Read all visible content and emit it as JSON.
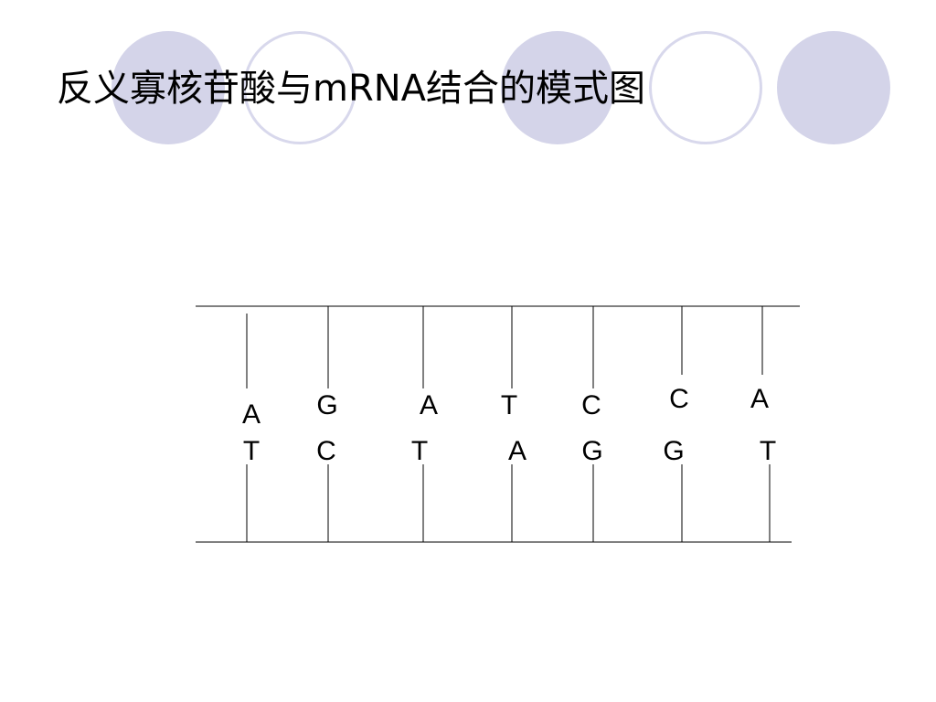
{
  "slide": {
    "title": "反义寡核苷酸与mRNA结合的模式图"
  },
  "theme": {
    "circle_fill": "#d4d4e9",
    "circle_outline": "#d8d8ec",
    "line_color": "#000000",
    "text_color": "#000000"
  },
  "pairs": [
    {
      "top_base": "A",
      "bottom_base": "T"
    },
    {
      "top_base": "G",
      "bottom_base": "C"
    },
    {
      "top_base": "A",
      "bottom_base": "T"
    },
    {
      "top_base": "T",
      "bottom_base": "A"
    },
    {
      "top_base": "C",
      "bottom_base": "G"
    },
    {
      "top_base": "C",
      "bottom_base": "G"
    },
    {
      "top_base": "A",
      "bottom_base": "T"
    }
  ]
}
